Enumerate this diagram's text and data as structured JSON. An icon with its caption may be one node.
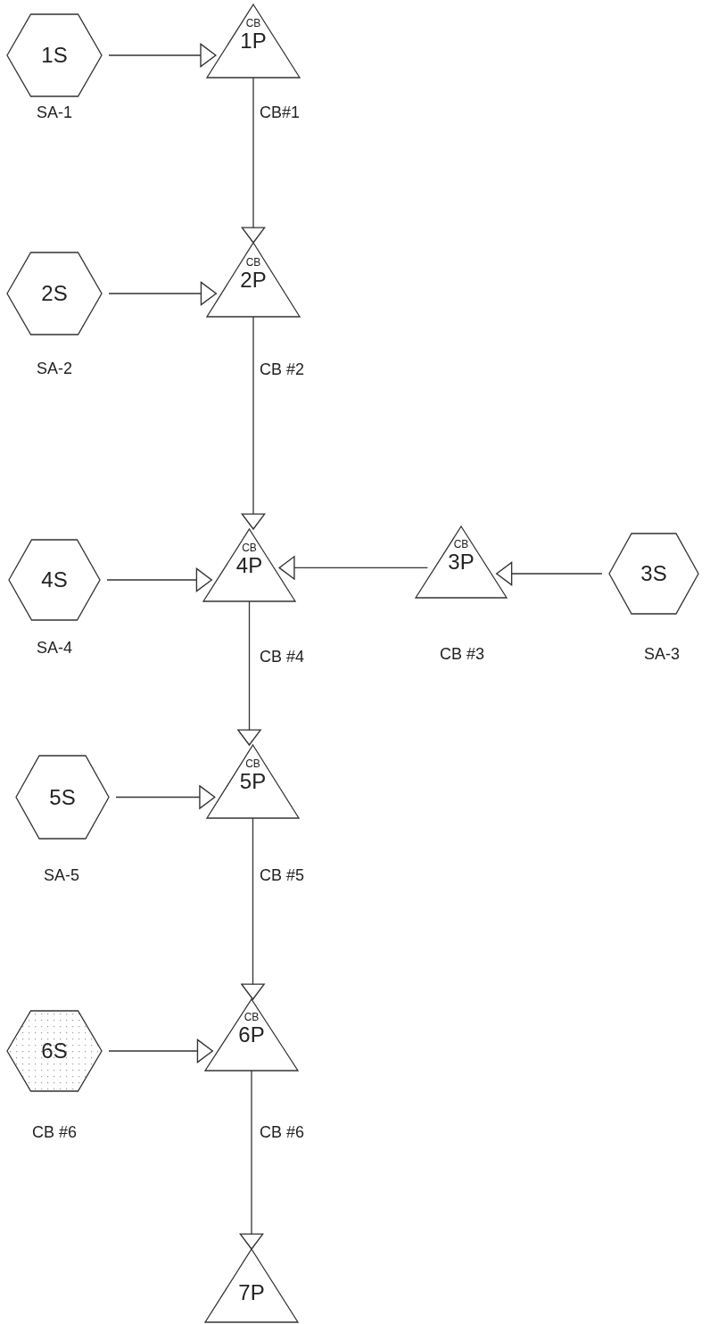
{
  "diagram": {
    "nodes": [
      {
        "text": [
          "1S"
        ],
        "beside": [
          "SA-1"
        ]
      },
      {
        "text": [
          "CB",
          "1P"
        ],
        "beside": [
          "CB#1"
        ]
      },
      {
        "text": [
          "2S"
        ],
        "beside": [
          "SA-2"
        ]
      },
      {
        "text": [
          "CB",
          "2P"
        ],
        "beside": [
          "CB #2"
        ]
      },
      {
        "text": [
          "4S"
        ],
        "beside": [
          "SA-4"
        ]
      },
      {
        "text": [
          "CB",
          "4P"
        ],
        "beside": [
          "CB #4"
        ]
      },
      {
        "text": [
          "CB",
          "3P"
        ],
        "beside": [
          "CB #3"
        ]
      },
      {
        "text": [
          "3S"
        ],
        "beside": [
          "SA-3"
        ]
      },
      {
        "text": [
          "5S"
        ],
        "beside": [
          "SA-5"
        ]
      },
      {
        "text": [
          "CB",
          "5P"
        ],
        "beside": [
          "CB #5"
        ]
      },
      {
        "text": [
          "6S"
        ],
        "beside": [
          "CB #6"
        ]
      },
      {
        "text": [
          "CB",
          "6P"
        ],
        "beside": [
          "CB #6"
        ]
      },
      {
        "text": [
          "7P"
        ]
      }
    ],
    "edges": [
      {
        "from": 0,
        "to": 1,
        "arrow": "to"
      },
      {
        "from": 1,
        "to": 3,
        "arrow": "to"
      },
      {
        "from": 2,
        "to": 3,
        "arrow": "to"
      },
      {
        "from": 3,
        "to": 5,
        "arrow": "to"
      },
      {
        "from": 4,
        "to": 5,
        "arrow": "to"
      },
      {
        "from": 6,
        "to": 5,
        "arrow": "to"
      },
      {
        "from": 7,
        "to": 6,
        "arrow": "to"
      },
      {
        "from": 5,
        "to": 9,
        "arrow": "to"
      },
      {
        "from": 8,
        "to": 9,
        "arrow": "to"
      },
      {
        "from": 9,
        "to": 11,
        "arrow": "to"
      },
      {
        "from": 10,
        "to": 11,
        "arrow": "to"
      },
      {
        "from": 11,
        "to": 12,
        "arrow": "to"
      }
    ]
  }
}
